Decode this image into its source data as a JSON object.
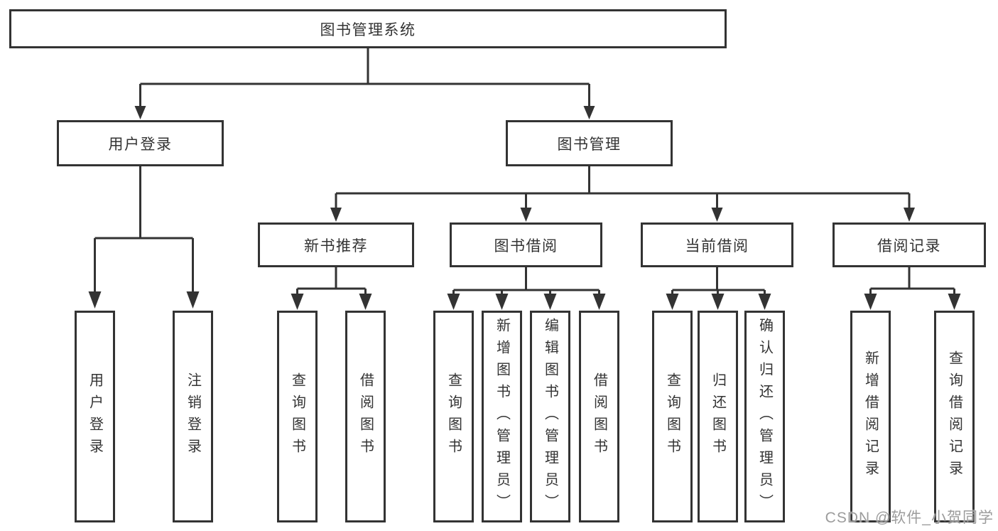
{
  "colors": {
    "line": "#333333",
    "border": "#333333",
    "text": "#333333",
    "background": "#ffffff",
    "watermark": "#9c9c9c"
  },
  "watermark": {
    "text": "CSDN @软件_小贺同学"
  },
  "tree": {
    "root": {
      "label": "图书管理系统"
    },
    "level2": [
      {
        "label": "用户登录"
      },
      {
        "label": "图书管理"
      }
    ],
    "level3": [
      {
        "label": "新书推荐"
      },
      {
        "label": "图书借阅"
      },
      {
        "label": "当前借阅"
      },
      {
        "label": "借阅记录"
      }
    ],
    "leaves": {
      "user_login": [
        {
          "label": "用户登录"
        },
        {
          "label": "注销登录"
        }
      ],
      "new_book": [
        {
          "label": "查询图书"
        },
        {
          "label": "借阅图书"
        }
      ],
      "book_borrow": [
        {
          "label": "查询图书"
        },
        {
          "label": "新增图书（管理员）"
        },
        {
          "label": "编辑图书（管理员）"
        },
        {
          "label": "借阅图书"
        }
      ],
      "current_borrow": [
        {
          "label": "查询图书"
        },
        {
          "label": "归还图书"
        },
        {
          "label": "确认归还（管理员）"
        }
      ],
      "borrow_record": [
        {
          "label": "新增借阅记录"
        },
        {
          "label": "查询借阅记录"
        }
      ]
    }
  }
}
